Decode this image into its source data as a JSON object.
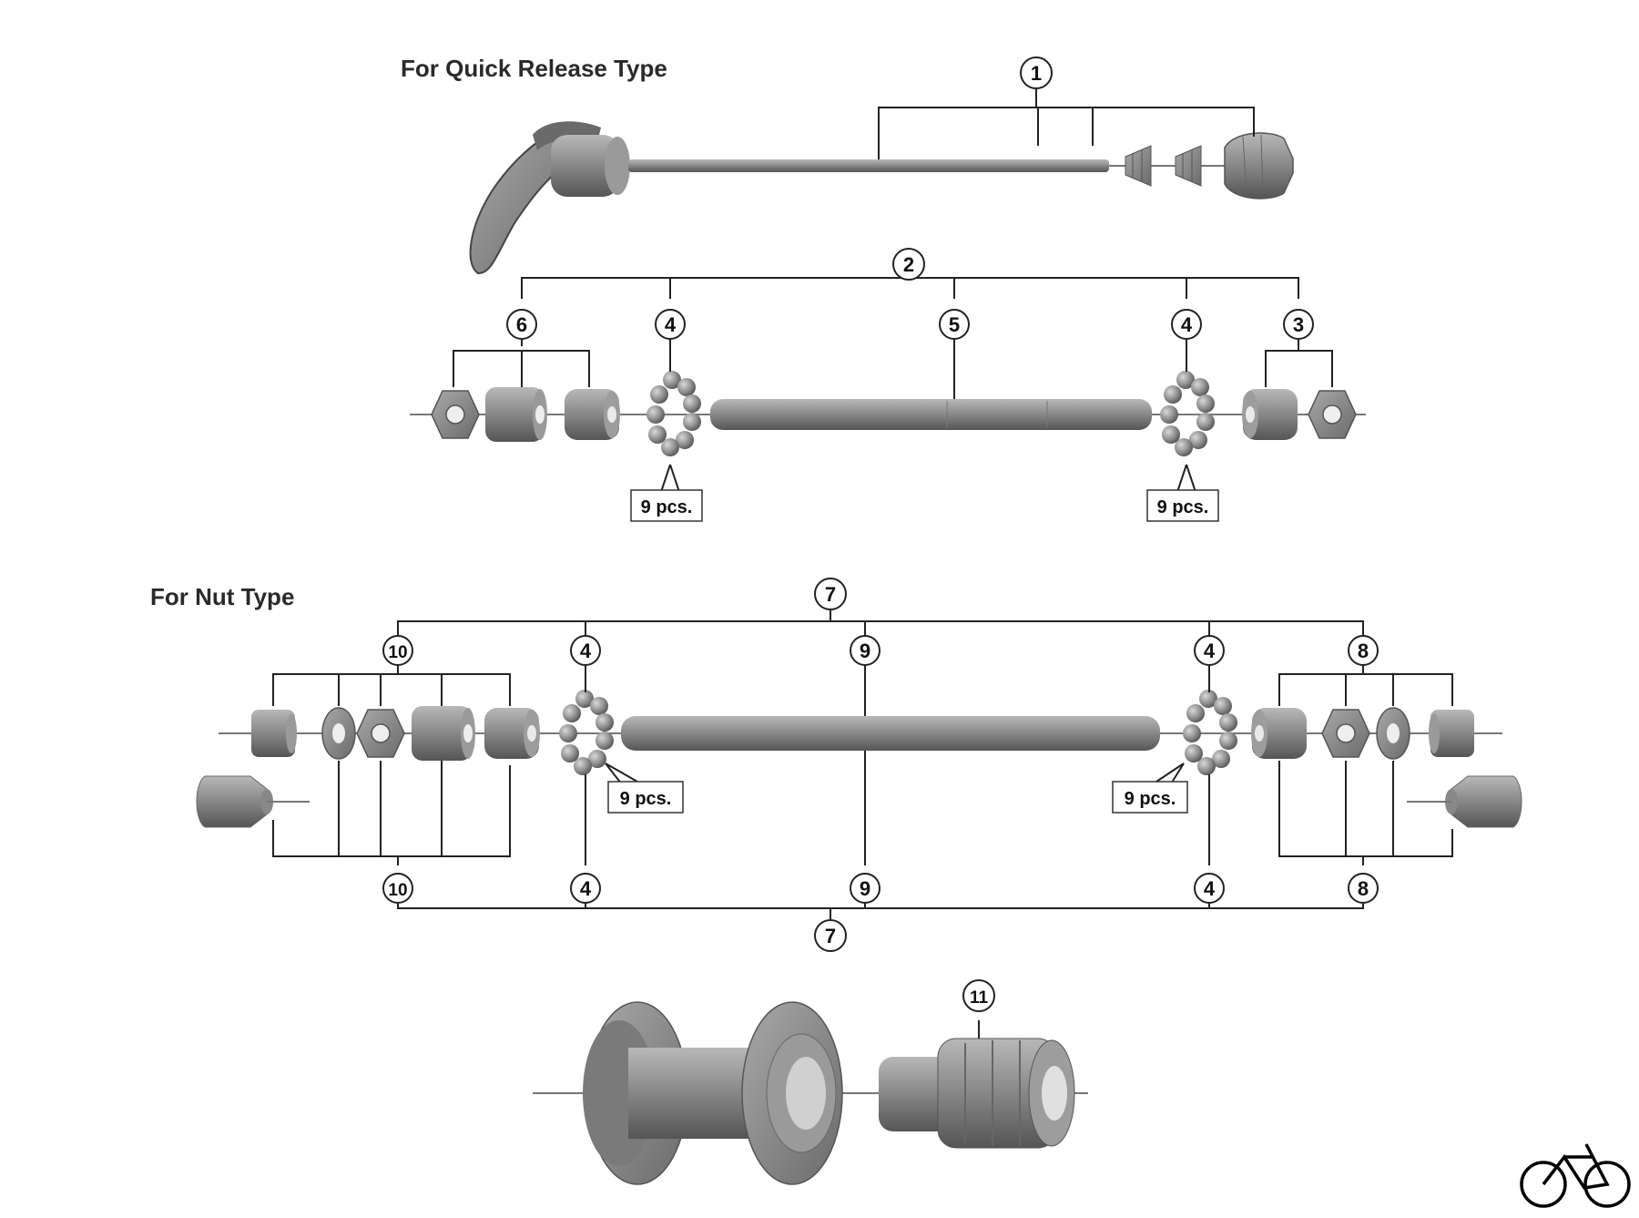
{
  "sections": {
    "quick_release": {
      "title": "For Quick Release Type"
    },
    "nut_type": {
      "title": "For Nut Type"
    }
  },
  "callouts": {
    "c1": "1",
    "c2": "2",
    "c3": "3",
    "c4": "4",
    "c5": "5",
    "c6": "6",
    "c7": "7",
    "c8": "8",
    "c9": "9",
    "c10": "10",
    "c11": "11"
  },
  "quantity_label": "9 pcs.",
  "colors": {
    "part_fill": "#8a8a8a",
    "part_dark": "#5e5e5e",
    "part_light": "#b4b4b4",
    "line": "#222222"
  },
  "logo": {
    "icon": "bicycle-icon"
  }
}
